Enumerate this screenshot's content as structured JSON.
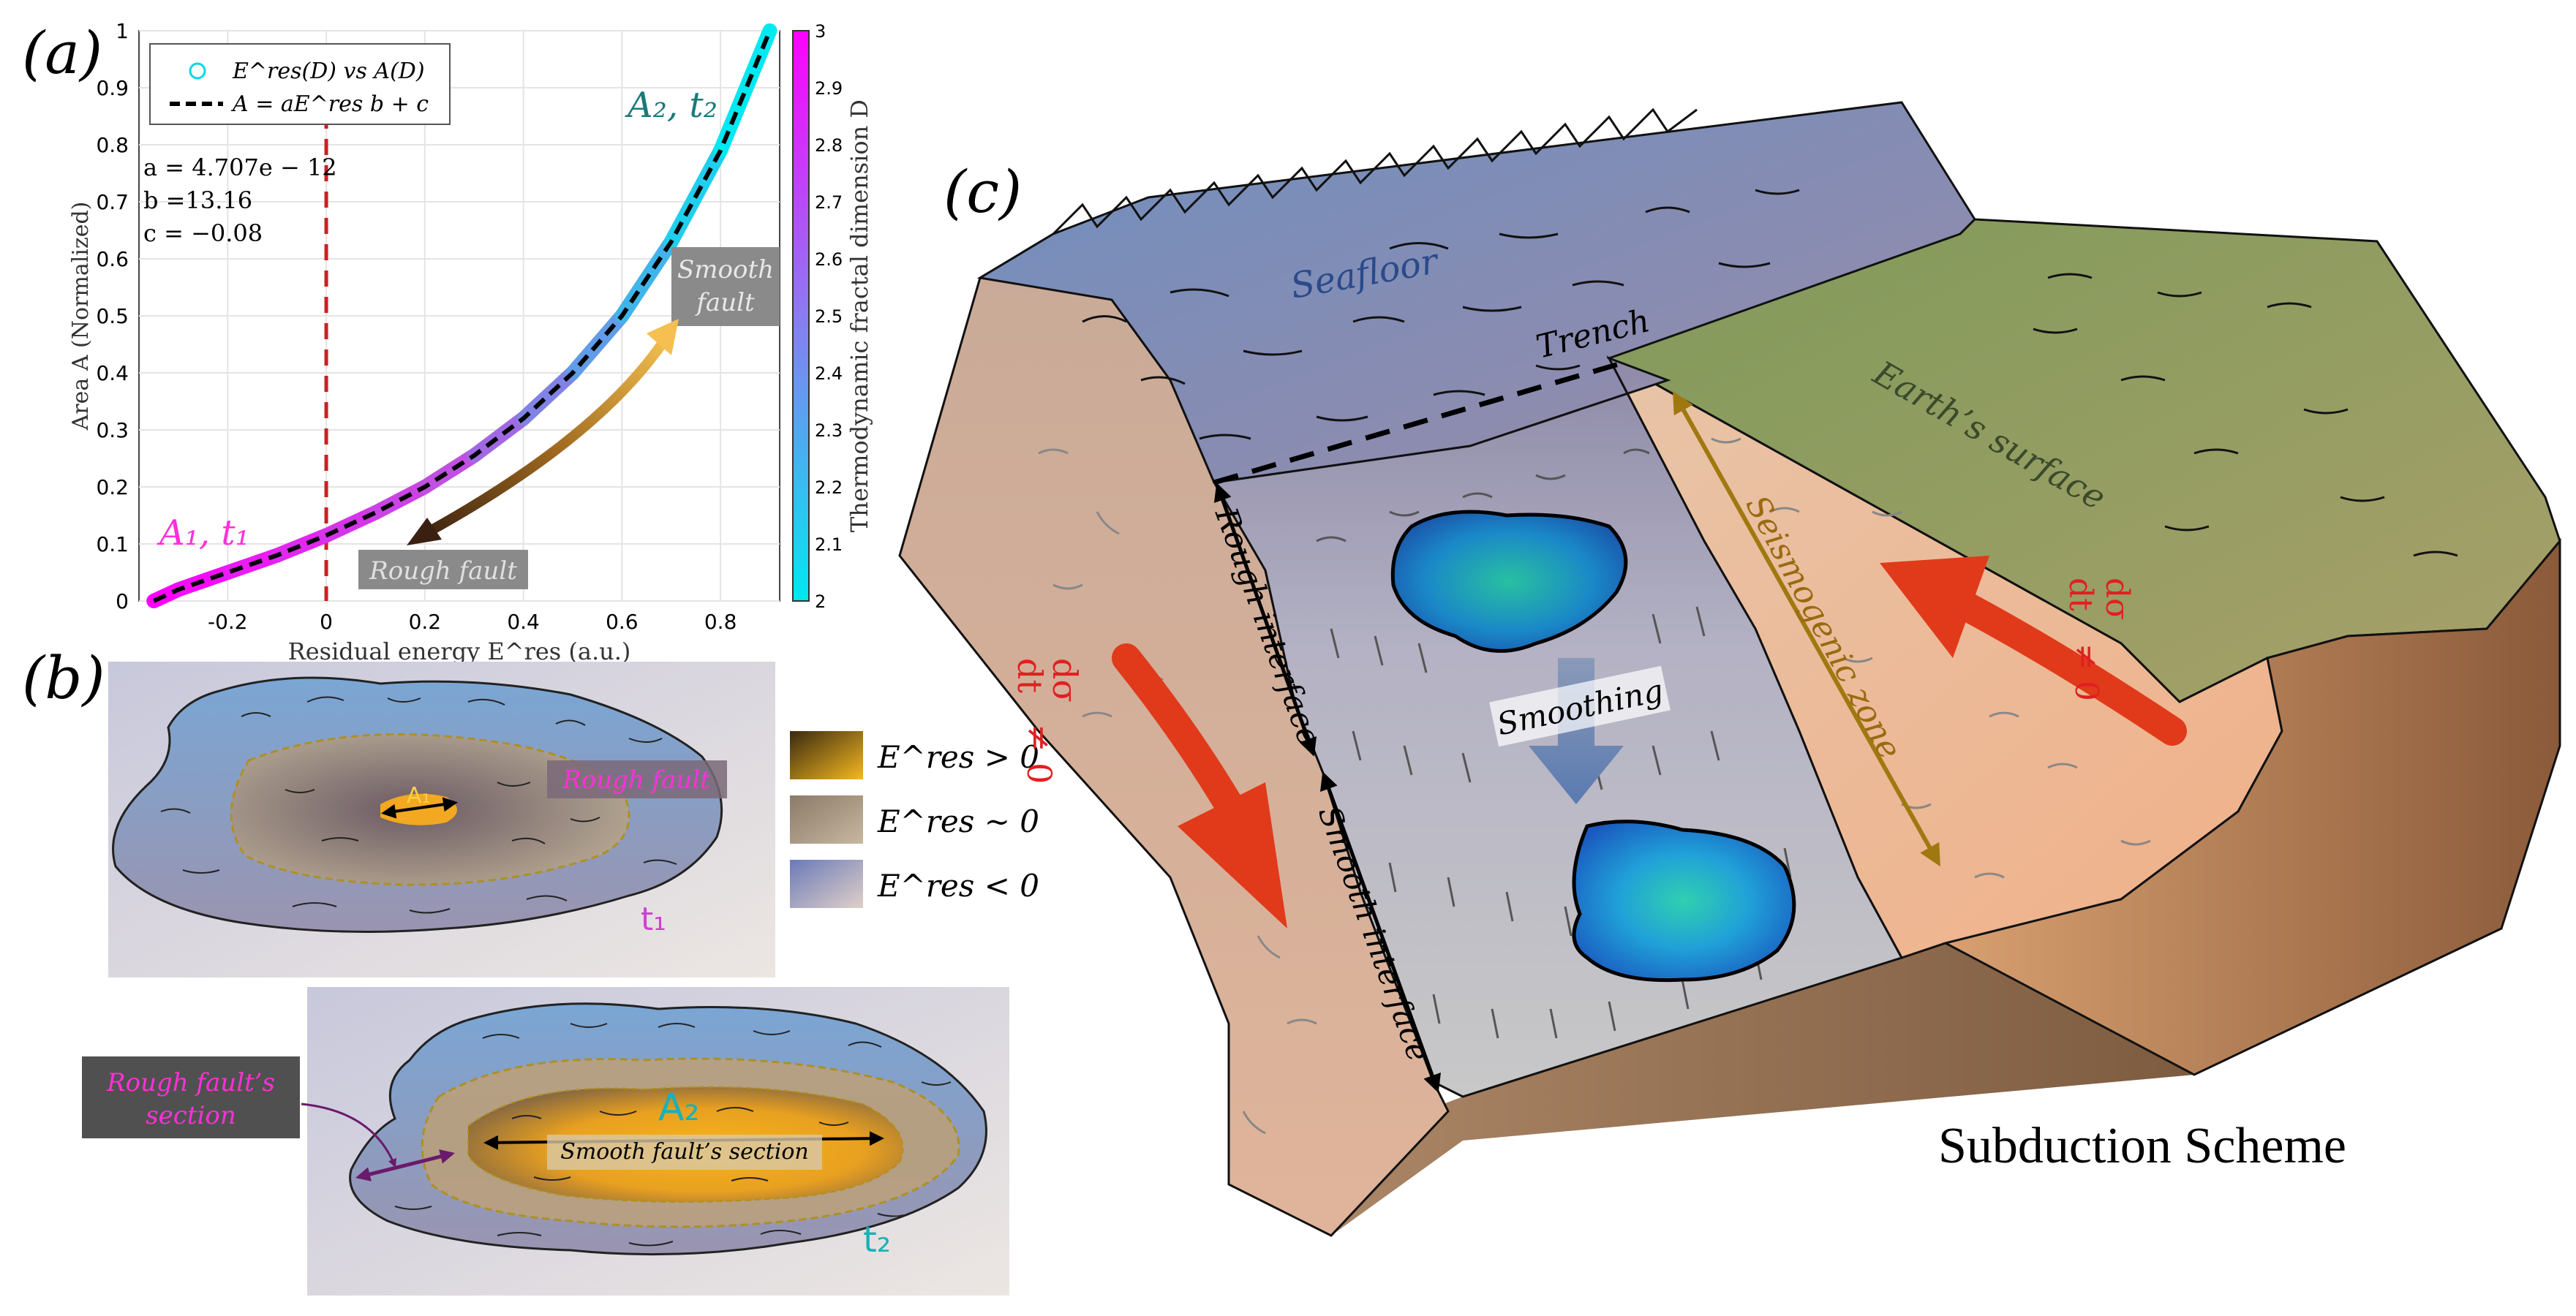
{
  "panels": {
    "a": "(a)",
    "b": "(b)",
    "c": "(c)"
  },
  "chart_data": {
    "type": "scatter",
    "xlabel": "Residual energy E^res (a.u.)",
    "ylabel": "Area A (Normalized)",
    "xlim": [
      -0.38,
      0.92
    ],
    "ylim": [
      0,
      1
    ],
    "xticks": [
      "-0.2",
      "0",
      "0.2",
      "0.4",
      "0.6",
      "0.8"
    ],
    "yticks": [
      "0",
      "0.1",
      "0.2",
      "0.3",
      "0.4",
      "0.5",
      "0.6",
      "0.7",
      "0.8",
      "0.9",
      "1"
    ],
    "colorbar_label": "Thermodynamic fractal dimension D",
    "colorbar_ticks": [
      "2",
      "2.1",
      "2.2",
      "2.3",
      "2.4",
      "2.5",
      "2.6",
      "2.7",
      "2.8",
      "2.9",
      "3"
    ],
    "colorbar_colors": [
      "#00e8f0",
      "#c050e0",
      "#ff00ff"
    ],
    "legend": {
      "scatter": "E^res(D) vs A(D)",
      "fit": "A = aE^res b + c"
    },
    "fit_params": {
      "a": "a = 4.707e − 12",
      "b": "b =13.16",
      "c": "c = −0.08"
    },
    "annotations": {
      "a1": "A₁, t₁",
      "a2": "A₂, t₂",
      "smooth": [
        "Smooth",
        "fault"
      ],
      "rough": "Rough fault"
    },
    "vertical_line_x": 0,
    "series": [
      {
        "name": "E^res(D) vs A(D)",
        "x": [
          -0.35,
          -0.3,
          -0.2,
          -0.1,
          0.0,
          0.1,
          0.2,
          0.3,
          0.4,
          0.5,
          0.6,
          0.7,
          0.8,
          0.9
        ],
        "y": [
          0.0,
          0.02,
          0.05,
          0.08,
          0.115,
          0.155,
          0.2,
          0.255,
          0.32,
          0.4,
          0.5,
          0.63,
          0.79,
          1.0
        ]
      }
    ]
  },
  "panel_b": {
    "rough_label": "Rough fault",
    "a1": "A₁",
    "t1": "t₁",
    "a2": "A₂",
    "t2": "t₂",
    "smooth_section": "Smooth fault’s section",
    "rough_section": [
      "Rough fault’s",
      "section"
    ],
    "legend": [
      {
        "label": "E^res > 0",
        "color": "#f5b820"
      },
      {
        "label": "E^res ∼ 0",
        "color": "#a89880"
      },
      {
        "label": "E^res < 0",
        "color": "#7d86b8"
      }
    ]
  },
  "panel_c": {
    "seafloor": "Seafloor",
    "trench": "Trench",
    "earth_surface": "Earth’s surface",
    "seismogenic": "Seismogenic zone",
    "rough_interface": "Rough interface",
    "smooth_interface": "Smooth interface",
    "smoothing": "Smoothing",
    "dsigma_num": "dσ",
    "dsigma_den": "dt",
    "neq": "≠ 0",
    "title": "Subduction Scheme"
  }
}
